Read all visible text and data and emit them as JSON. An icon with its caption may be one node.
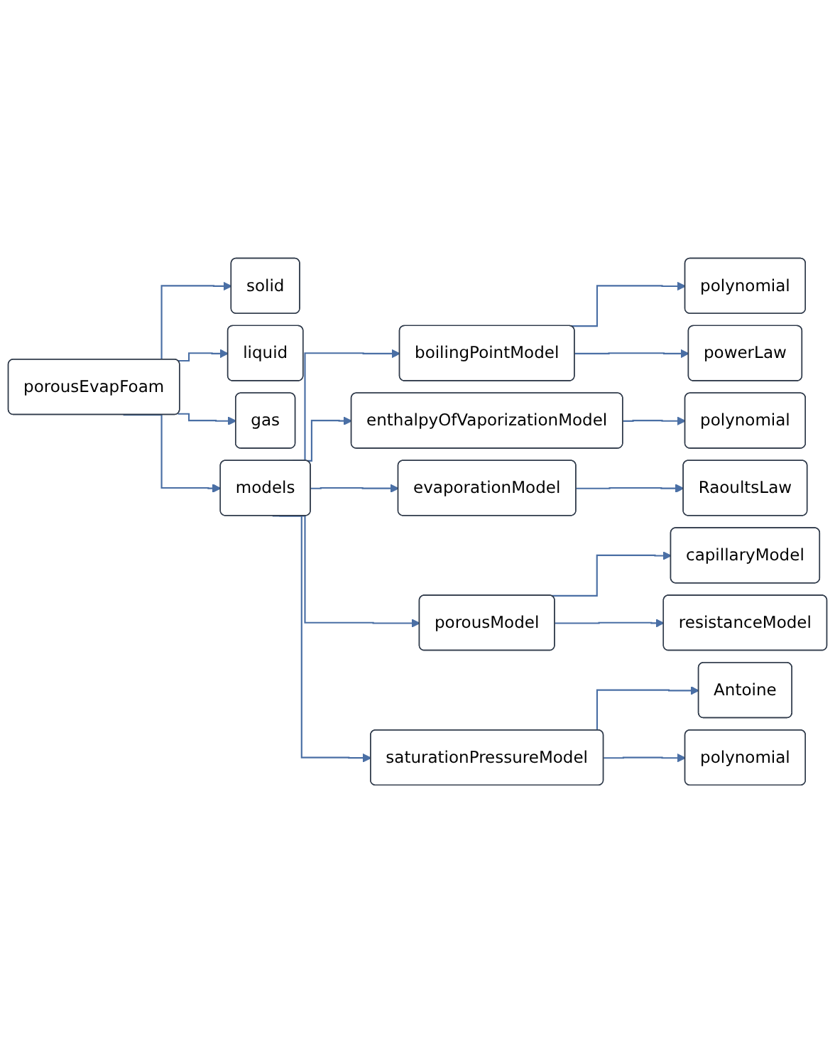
{
  "diagram": {
    "nodes": [
      {
        "text": [
          "porousEvapFoam"
        ]
      },
      {
        "text": [
          "solid"
        ]
      },
      {
        "text": [
          "liquid"
        ]
      },
      {
        "text": [
          "gas"
        ]
      },
      {
        "text": [
          "models"
        ]
      },
      {
        "text": [
          "boilingPointModel"
        ]
      },
      {
        "text": [
          "polynomial"
        ]
      },
      {
        "text": [
          "powerLaw"
        ]
      },
      {
        "text": [
          "enthalpyOfVaporizationModel"
        ]
      },
      {
        "text": [
          "polynomial"
        ]
      },
      {
        "text": [
          "evaporationModel"
        ]
      },
      {
        "text": [
          "RaoultsLaw"
        ]
      },
      {
        "text": [
          "porousModel"
        ]
      },
      {
        "text": [
          "capillaryModel"
        ]
      },
      {
        "text": [
          "resistanceModel"
        ]
      },
      {
        "text": [
          "saturationPressureModel"
        ]
      },
      {
        "text": [
          "Antoine"
        ]
      },
      {
        "text": [
          "polynomial"
        ]
      }
    ],
    "edges": [
      {
        "from": 0,
        "to": 1,
        "arrow": "to"
      },
      {
        "from": 0,
        "to": 2,
        "arrow": "to"
      },
      {
        "from": 0,
        "to": 3,
        "arrow": "to"
      },
      {
        "from": 0,
        "to": 4,
        "arrow": "to"
      },
      {
        "from": 4,
        "to": 5,
        "arrow": "to"
      },
      {
        "from": 5,
        "to": 6,
        "arrow": "to"
      },
      {
        "from": 5,
        "to": 7,
        "arrow": "to"
      },
      {
        "from": 4,
        "to": 8,
        "arrow": "to"
      },
      {
        "from": 8,
        "to": 9,
        "arrow": "to"
      },
      {
        "from": 4,
        "to": 10,
        "arrow": "to"
      },
      {
        "from": 10,
        "to": 11,
        "arrow": "to"
      },
      {
        "from": 4,
        "to": 12,
        "arrow": "to"
      },
      {
        "from": 12,
        "to": 13,
        "arrow": "to"
      },
      {
        "from": 12,
        "to": 14,
        "arrow": "to"
      },
      {
        "from": 4,
        "to": 15,
        "arrow": "to"
      },
      {
        "from": 15,
        "to": 16,
        "arrow": "to"
      },
      {
        "from": 15,
        "to": 17,
        "arrow": "to"
      }
    ]
  }
}
